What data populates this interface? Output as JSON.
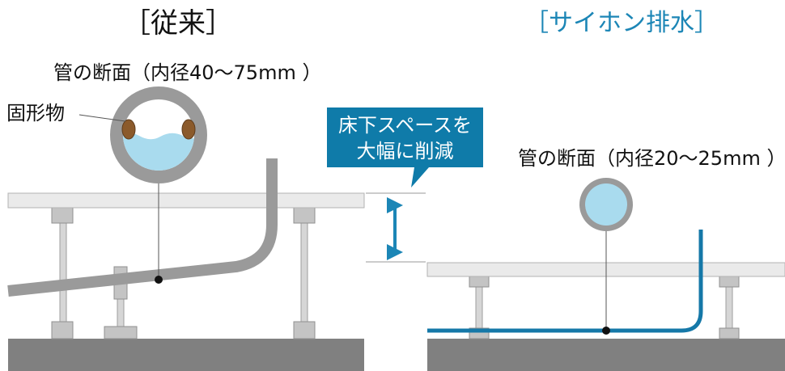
{
  "titles": {
    "conventional": "［従来］",
    "siphon": "［サイホン排水］"
  },
  "captions": {
    "conventional_section": "管の断面（内径40～75mm ）",
    "siphon_section": "管の断面（内径20～25mm ）",
    "solids": "固形物"
  },
  "callout": {
    "line1": "床下スペースを",
    "line2": "大幅に削減"
  },
  "colors": {
    "accent_blue": "#1c86b6",
    "callout_bg": "#0f7ba9",
    "water": "#a9dbee",
    "pipe_gray": "#9a9a9a",
    "ground": "#808080",
    "floor": "#eaeaea",
    "post": "#cfcfcf",
    "solid_brown": "#8b5a2b"
  }
}
